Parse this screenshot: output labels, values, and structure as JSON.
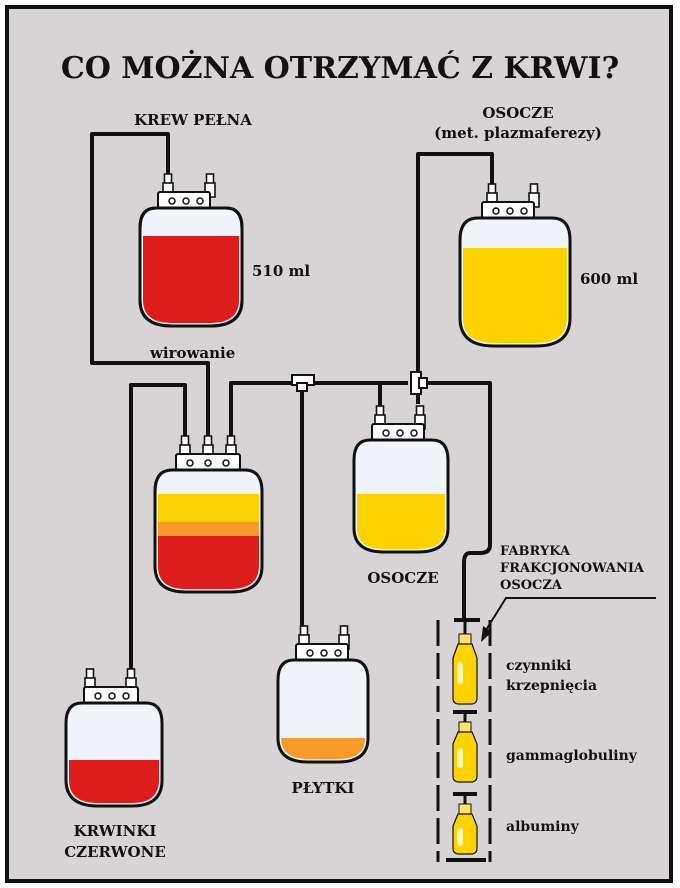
{
  "title": "CO MOŻNA OTRZYMAĆ Z KRWI?",
  "labels": {
    "whole_blood": "KREW PEŁNA",
    "whole_blood_volume": "510 ml",
    "centrifugation": "wirowanie",
    "plasma_top_line1": "OSOCZE",
    "plasma_top_line2": "(met. plazmaferezy)",
    "plasma_top_volume": "600 ml",
    "plasma": "OSOCZE",
    "platelets": "PŁYTKI",
    "red_cells_line1": "KRWINKI",
    "red_cells_line2": "CZERWONE",
    "factory_line1": "FABRYKA",
    "factory_line2": "FRAKCJONOWANIA",
    "factory_line3": "OSOCZA",
    "product1_line1": "czynniki",
    "product1_line2": "krzepnięcia",
    "product2": "gammaglobuliny",
    "product3": "albuminy"
  },
  "colors": {
    "background": "#d8d4d6",
    "red": "#dd1d1c",
    "yellow": "#fcd200",
    "pale_yellow": "#fde36a",
    "orange": "#f79a2a",
    "empty": "#f1f5fb",
    "line": "#111111"
  }
}
